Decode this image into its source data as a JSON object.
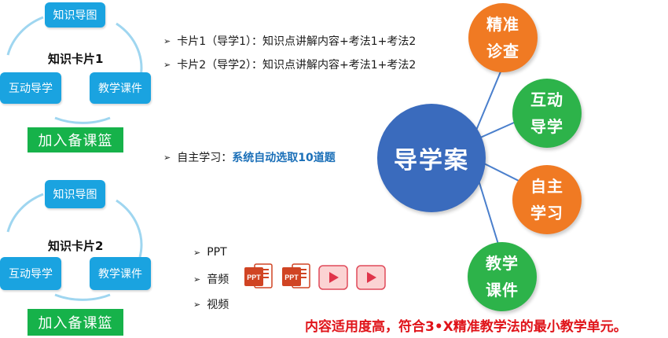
{
  "card1": {
    "map_label": "知识导图",
    "interactive_label": "互动导学",
    "courseware_label": "教学课件",
    "title": "知识卡片1",
    "add_button": "加入备课篮"
  },
  "card2": {
    "map_label": "知识导图",
    "interactive_label": "互动导学",
    "courseware_label": "教学课件",
    "title": "知识卡片2",
    "add_button": "加入备课篮"
  },
  "bullets": {
    "card1_line": "卡片1（导学1）：知识点讲解内容+考法1+考法2",
    "card2_line": "卡片2（导学2）：知识点讲解内容+考法1+考法2",
    "self_study_prefix": "自主学习：",
    "self_study_highlight": "系统自动选取10道题"
  },
  "media": {
    "items": [
      "PPT",
      "音频",
      "视频"
    ],
    "icons": [
      "ppt-icon",
      "ppt-icon",
      "video-play-icon",
      "video-play-icon"
    ],
    "ppt_badge": "PPT"
  },
  "hub": {
    "center": "导学案",
    "nodes": [
      {
        "line1": "精准",
        "line2": "诊查",
        "color": "#f07a23"
      },
      {
        "line1": "互动",
        "line2": "导学",
        "color": "#2db34a"
      },
      {
        "line1": "自主",
        "line2": "学习",
        "color": "#f07a23"
      },
      {
        "line1": "教学",
        "line2": "课件",
        "color": "#2db34a"
      }
    ],
    "center_color": "#3a6bbd"
  },
  "footer_note": "内容适用度高，符合3•X精准教学法的最小教学单元。"
}
